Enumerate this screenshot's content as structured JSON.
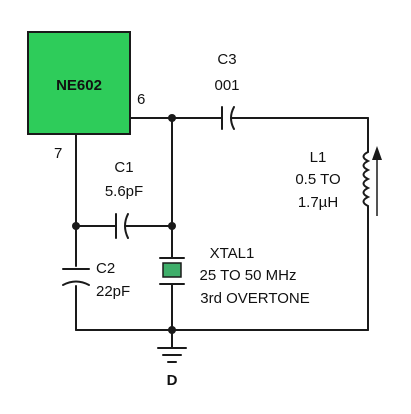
{
  "colors": {
    "chip_fill": "#2ecc5a",
    "wire": "#1a1a1a",
    "crystal_fill": "#3fae6a"
  },
  "chip": {
    "label": "NE602",
    "pin_out": "6",
    "pin_in": "7"
  },
  "c3": {
    "name": "C3",
    "value": "001"
  },
  "c1": {
    "name": "C1",
    "value": "5.6pF"
  },
  "c2": {
    "name": "C2",
    "value": "22pF"
  },
  "l1": {
    "name": "L1",
    "value_line1": "0.5 TO",
    "value_line2": "1.7µH"
  },
  "xtal1": {
    "name": "XTAL1",
    "value_line1": "25 TO 50 MHz",
    "value_line2": "3rd OVERTONE"
  },
  "ground": {
    "label": "D"
  }
}
